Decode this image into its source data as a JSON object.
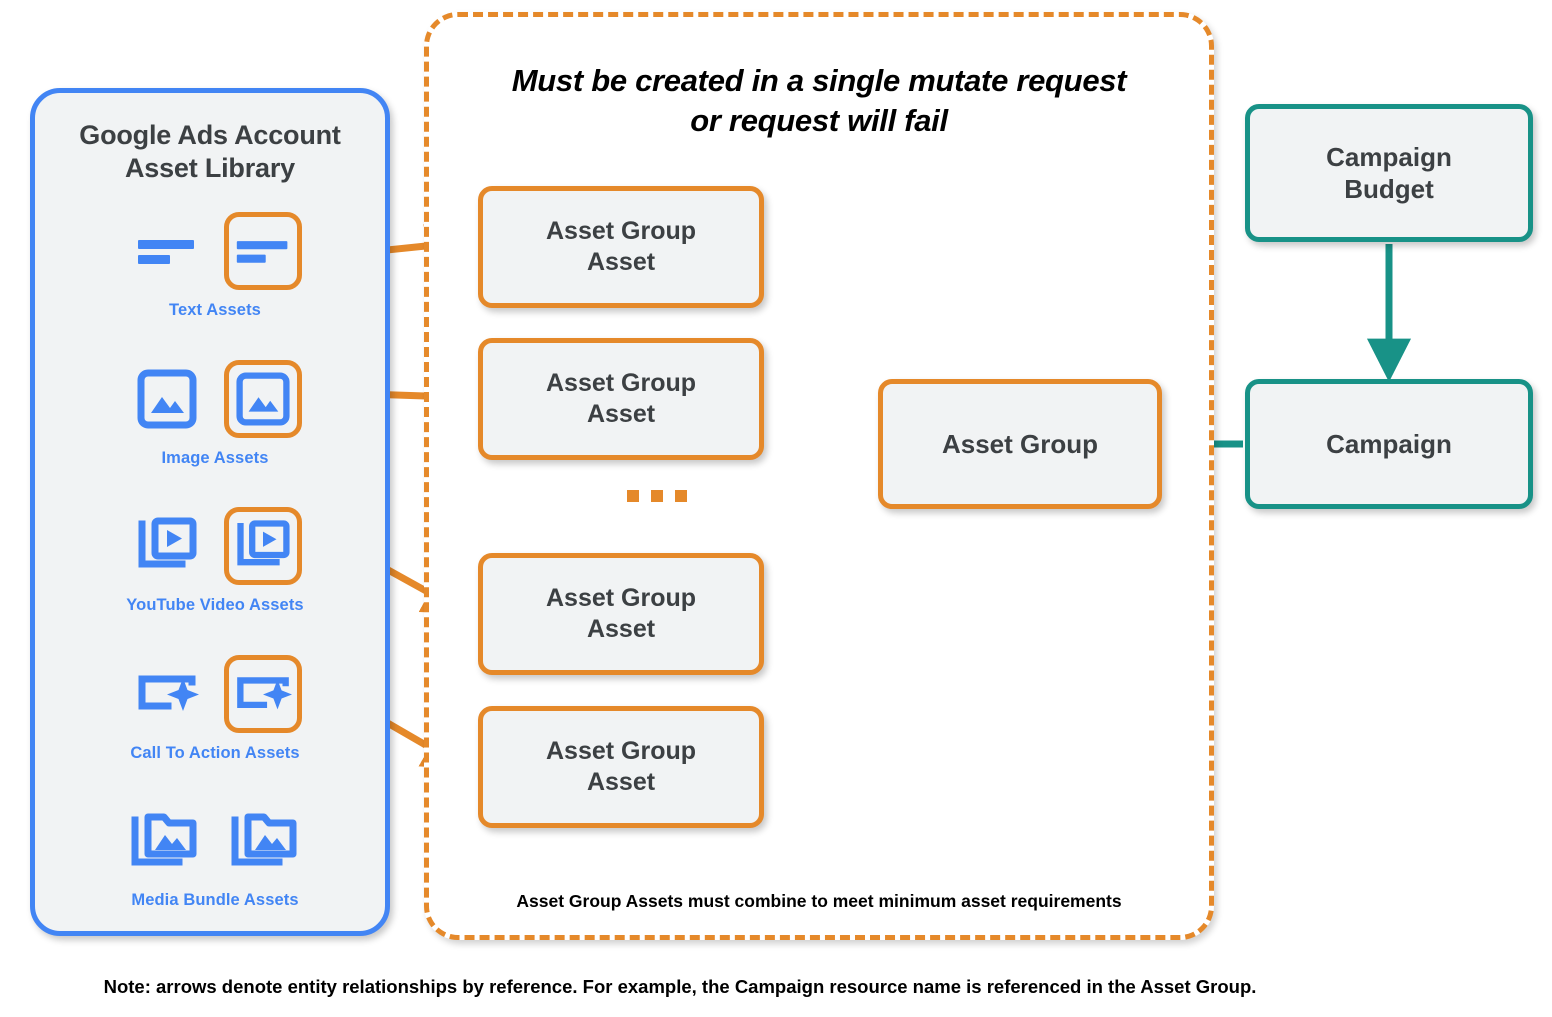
{
  "diagram": {
    "title": "Google Ads Performance Max asset group entity relationships",
    "colors": {
      "orange": "#e5892a",
      "teal": "#189287",
      "blue": "#4285f4",
      "box_fill": "#f1f3f4",
      "text_dark": "#3c4043"
    }
  },
  "asset_library": {
    "title": "Google Ads Account\nAsset Library",
    "rows": [
      {
        "caption": "Text Assets",
        "icon": "text-lines-icon",
        "highlighted": true
      },
      {
        "caption": "Image Assets",
        "icon": "image-icon",
        "highlighted": true
      },
      {
        "caption": "YouTube Video  Assets",
        "icon": "video-stack-icon",
        "highlighted": true
      },
      {
        "caption": "Call To Action Assets",
        "icon": "call-to-action-icon",
        "highlighted": true
      },
      {
        "caption": "Media Bundle  Assets",
        "icon": "media-bundle-icon",
        "highlighted": false
      }
    ]
  },
  "mutate_container": {
    "title": "Must be created in a single mutate request\nor request will fail",
    "footnote": "Asset Group Assets must combine to meet minimum asset requirements",
    "asset_group_assets": [
      {
        "label": "Asset Group\nAsset"
      },
      {
        "label": "Asset Group\nAsset"
      },
      {
        "label": "Asset Group\nAsset"
      },
      {
        "label": "Asset Group\nAsset"
      }
    ],
    "ellipsis": "...",
    "asset_group": {
      "label": "Asset Group"
    }
  },
  "campaign_side": {
    "campaign_budget": {
      "label": "Campaign\nBudget"
    },
    "campaign": {
      "label": "Campaign"
    }
  },
  "footer": {
    "note": "Note: arrows denote entity relationships by reference. For example, the Campaign resource name is referenced in the Asset Group."
  }
}
